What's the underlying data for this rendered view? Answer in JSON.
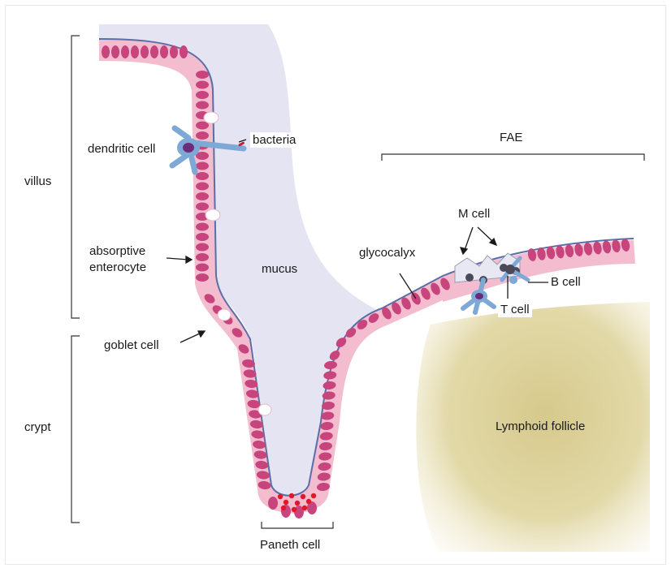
{
  "labels": {
    "villus": "villus",
    "crypt": "crypt",
    "dendritic_cell": "dendritic cell",
    "bacteria": "bacteria",
    "absorptive_enterocyte_1": "absorptive",
    "absorptive_enterocyte_2": "enterocyte",
    "goblet_cell": "goblet cell",
    "mucus": "mucus",
    "glycocalyx": "glycocalyx",
    "fae": "FAE",
    "m_cell": "M cell",
    "b_cell": "B cell",
    "t_cell": "T cell",
    "lymphoid_follicle": "Lymphoid follicle",
    "paneth_cell": "Paneth cell"
  },
  "colors": {
    "mucus": "#e4e4f2",
    "epithelium": "#f3bccf",
    "nucleus": "#c8447c",
    "membrane": "#5a6fa8",
    "follicle": "#d9cf98",
    "dendritic": "#7ea8d6",
    "paneth_granule": "#e0182a"
  }
}
